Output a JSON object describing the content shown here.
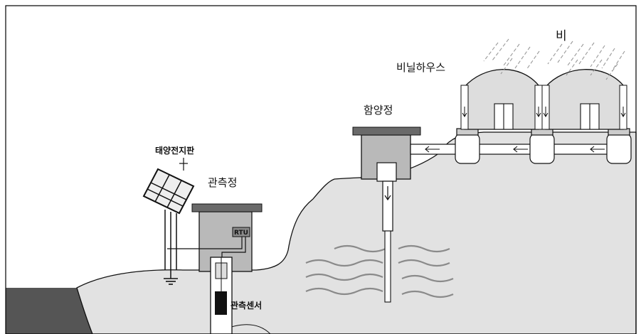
{
  "labels": {
    "rain": "비",
    "greenhouse": "비닐하우스",
    "recharge_well": "함양정",
    "solar_panel": "태양전지판",
    "observation_well": "관측정",
    "rtu": "RTU",
    "sensor": "관측센서"
  },
  "colors": {
    "border": "#000000",
    "terrain_fill": "#dcdcdc",
    "hill_fill": "#e2e2e2",
    "water_dark": "#555555",
    "building_fill": "#b9b9b9",
    "roof_fill": "#6a6a6a",
    "wave_stroke": "#8a8a8a",
    "rain_stroke": "#9a9a9a"
  }
}
